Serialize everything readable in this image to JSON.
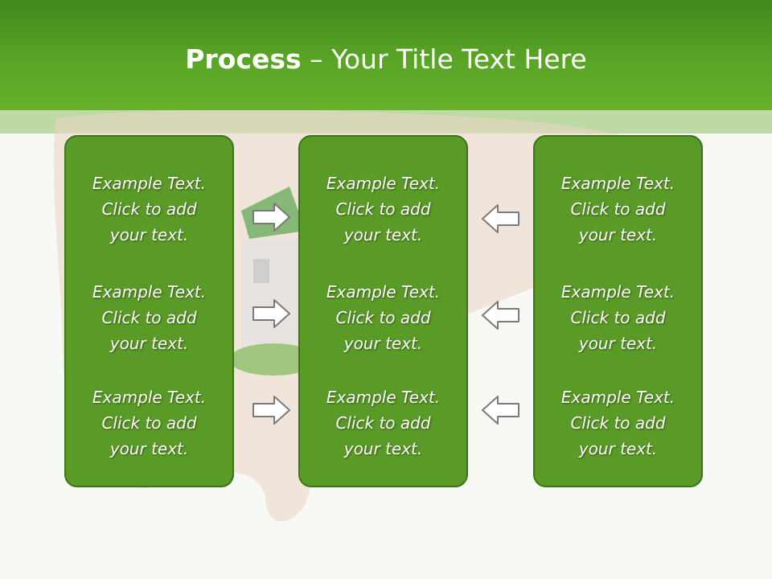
{
  "title": {
    "bold": "Process",
    "rest": " – Your Title Text Here"
  },
  "columns": [
    {
      "items": [
        "Example Text.\nClick  to add\nyour text.",
        "Example Text.\nClick  to add\nyour text.",
        "Example Text.\nClick  to add\nyour text."
      ]
    },
    {
      "items": [
        "Example Text.\nClick  to add\nyour text.",
        "Example Text.\nClick  to add\nyour text.",
        "Example Text.\nClick  to add\nyour text."
      ]
    },
    {
      "items": [
        "Example Text.\nClick  to add\nyour text.",
        "Example Text.\nClick  to add\nyour text.",
        "Example Text.\nClick  to add\nyour text."
      ]
    }
  ],
  "arrows": {
    "left_side": "arrow-right-icon",
    "right_side": "arrow-left-icon"
  },
  "colors": {
    "header": "#5aa526",
    "panel": "#5a9a26",
    "panel_border": "#3d7418",
    "text": "#ffffff"
  }
}
